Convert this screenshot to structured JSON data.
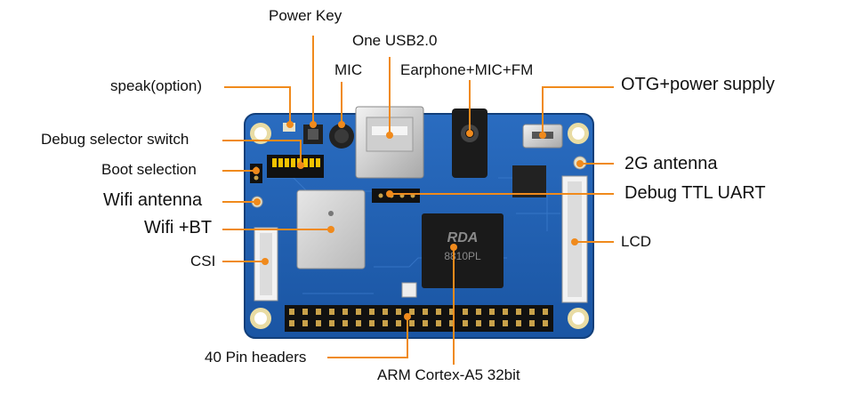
{
  "labels": {
    "power_key": "Power Key",
    "one_usb": "One USB2.0",
    "mic": "MIC",
    "earphone": "Earphone+MIC+FM",
    "otg": "OTG+power supply",
    "speak": "speak(option)",
    "debug_selector": "Debug selector switch",
    "boot_selection": "Boot selection",
    "wifi_antenna": "Wifi antenna",
    "wifi_bt": "Wifi +BT",
    "csi": "CSI",
    "antenna_2g": "2G antenna",
    "debug_ttl": "Debug TTL UART",
    "lcd": "LCD",
    "pin_headers": "40 Pin headers",
    "arm": "ARM Cortex-A5 32bit"
  },
  "board": {
    "chip_brand": "RDA",
    "chip_model": "8810PL"
  },
  "colors": {
    "pcb": "#1f5fb0",
    "leader": "#f08a1c",
    "chip": "#1a1a1a"
  }
}
